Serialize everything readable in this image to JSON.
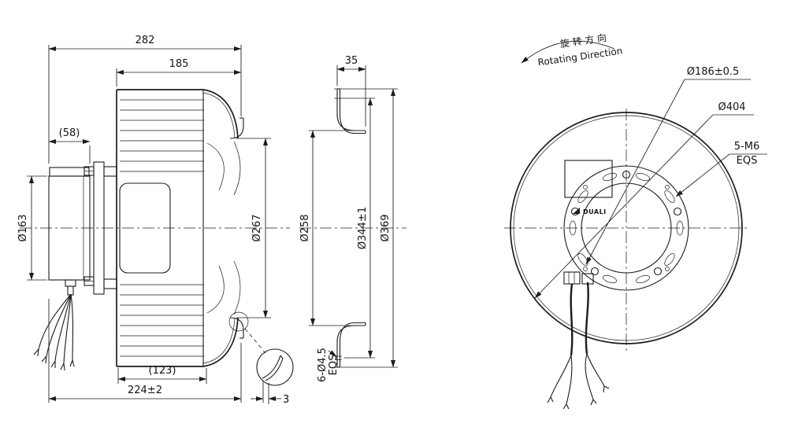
{
  "side_view": {
    "dim_282": "282",
    "dim_185": "185",
    "dim_58": "(58)",
    "dim_163": "Ø163",
    "dim_267": "Ø267",
    "dim_123": "(123)",
    "dim_224": "224±2",
    "dim_3": "3"
  },
  "inlet_view": {
    "dim_35": "35",
    "dim_258": "Ø258",
    "dim_344": "Ø344±1",
    "dim_369": "Ø369",
    "holes": "6-Ø4.5",
    "holes_eqs": "EQS"
  },
  "front_view": {
    "rotation_cn": "旋 转 方 向",
    "rotation_en": "Rotating Direction",
    "dim_186": "Ø186±0.5",
    "dim_404": "Ø404",
    "thread": "5-M6",
    "thread_eqs": "EQS",
    "logo": "DUALI"
  },
  "colors": {
    "line": "#1c1c1e",
    "background": "#ffffff"
  }
}
